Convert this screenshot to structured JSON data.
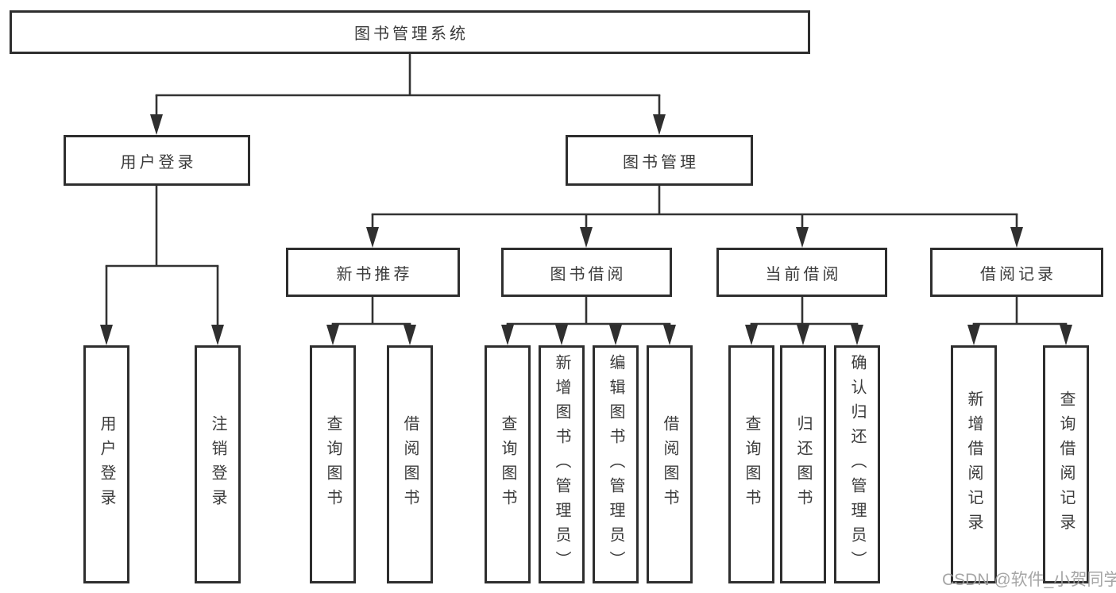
{
  "tree": {
    "root": "图书管理系统",
    "branches": [
      {
        "label": "用户登录",
        "children": [
          "用户登录",
          "注销登录"
        ]
      },
      {
        "label": "图书管理",
        "children": [
          {
            "label": "新书推荐",
            "children": [
              "查询图书",
              "借阅图书"
            ]
          },
          {
            "label": "图书借阅",
            "children": [
              "查询图书",
              "新增图书（管理员）",
              "编辑图书（管理员）",
              "借阅图书"
            ]
          },
          {
            "label": "当前借阅",
            "children": [
              "查询图书",
              "归还图书",
              "确认归还（管理员）"
            ]
          },
          {
            "label": "借阅记录",
            "children": [
              "新增借阅记录",
              "查询借阅记录"
            ]
          }
        ]
      }
    ]
  },
  "watermark": "CSDN @软件_小贺同学",
  "colors": {
    "line": "#333333",
    "arrow": "#2f2f2f",
    "box_border": "#2e2e2e",
    "text": "#3b3b3b",
    "watermark": "#9d9d9d",
    "background": "#ffffff"
  }
}
